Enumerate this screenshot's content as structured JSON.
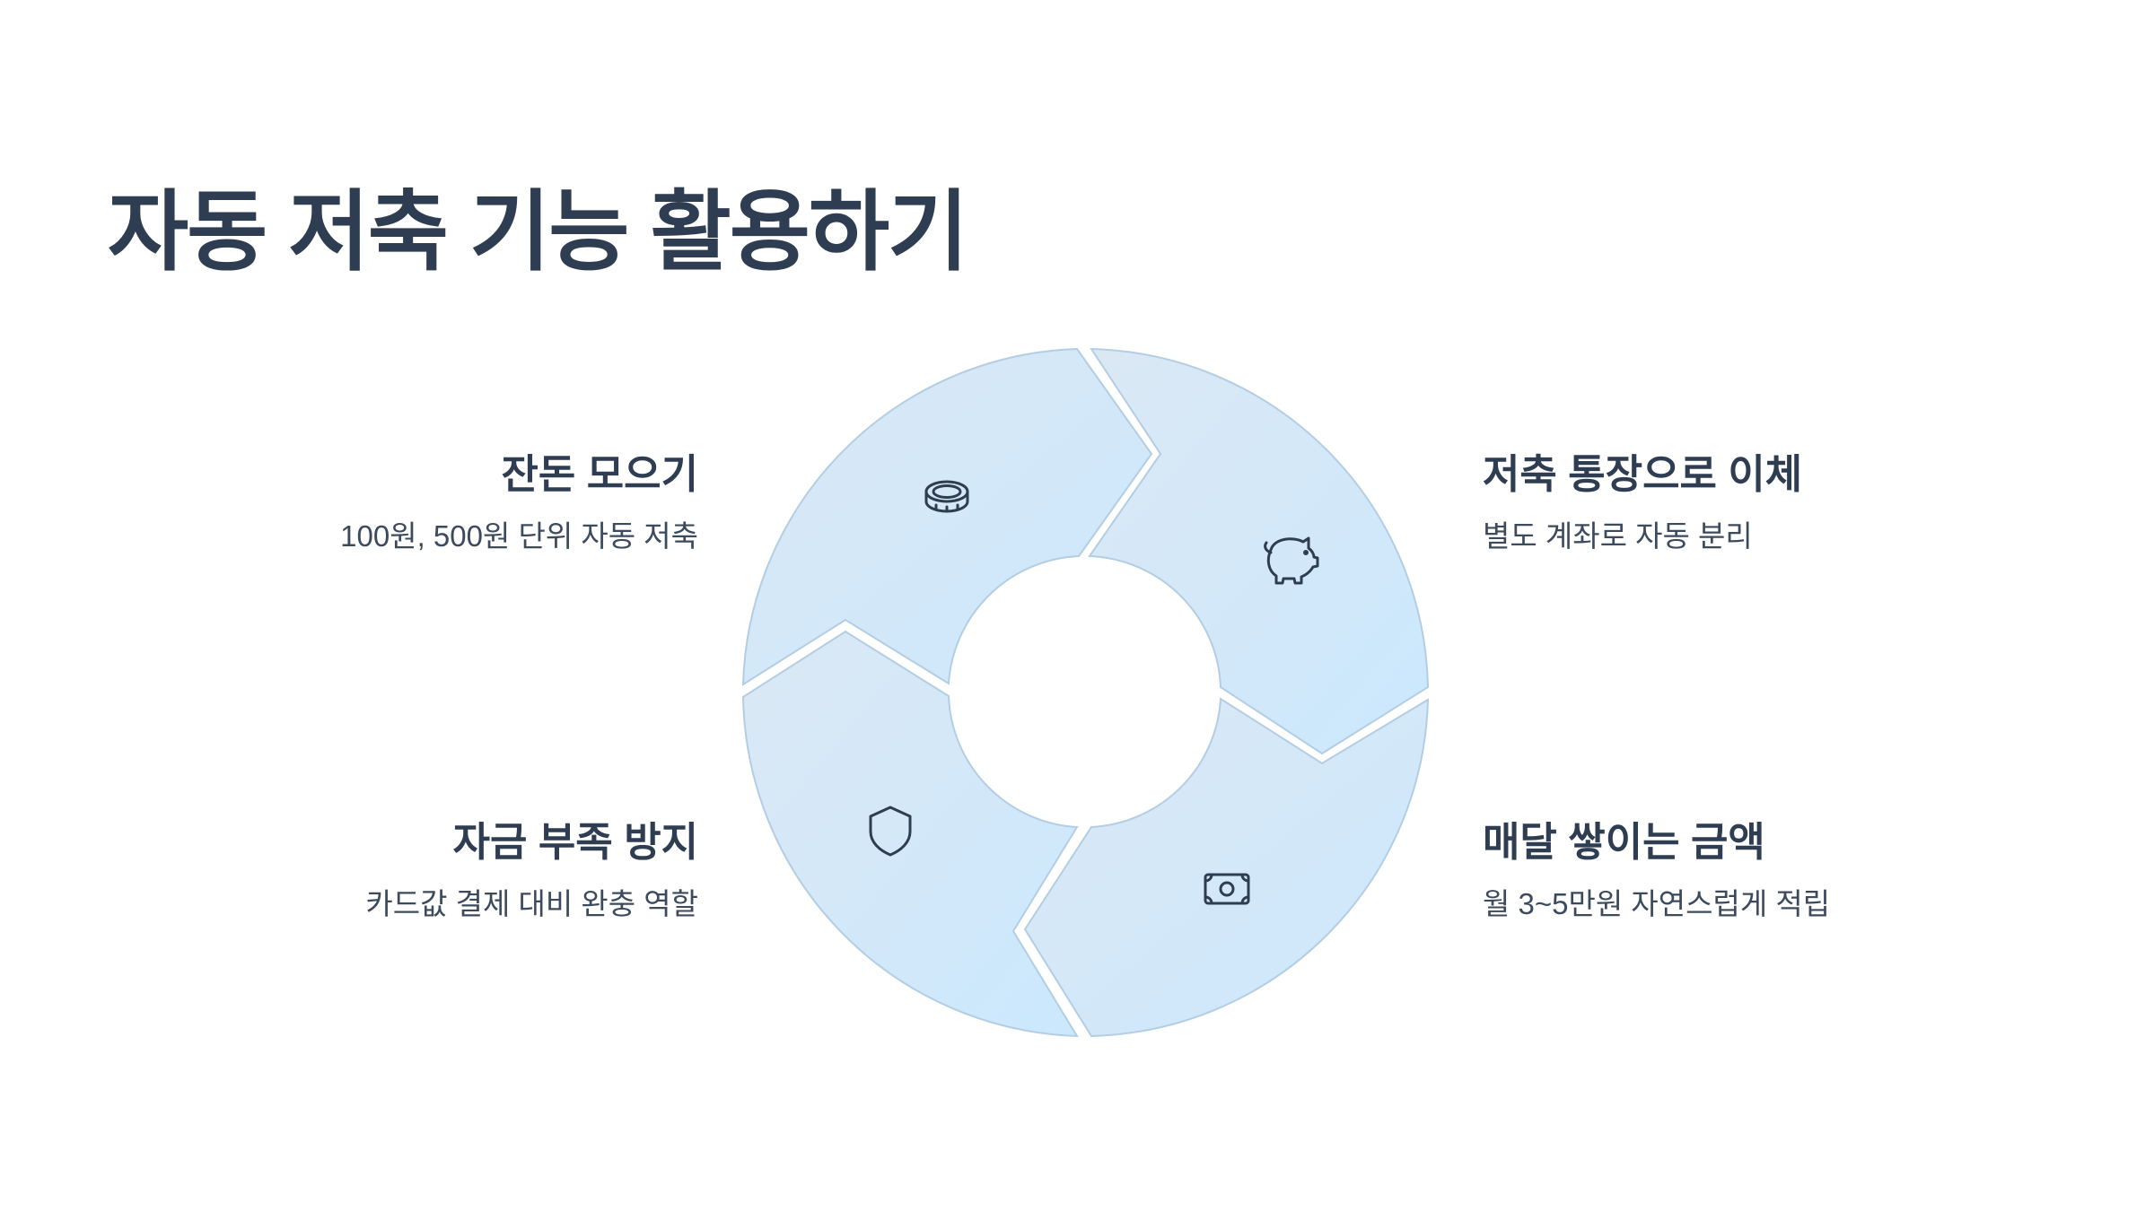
{
  "title": "자동 저축 기능 활용하기",
  "colors": {
    "text": "#2f3d52",
    "segment_fill_light": "#d9e8f5",
    "segment_fill_deep": "#cbe8fd",
    "segment_stroke": "#b3cde3",
    "icon": "#2f3d52"
  },
  "steps": [
    {
      "title": "잔돈 모으기",
      "desc": "100원, 500원 단위 자동 저축",
      "icon": "coin-icon"
    },
    {
      "title": "저축 통장으로 이체",
      "desc": "별도 계좌로 자동 분리",
      "icon": "piggy-bank-icon"
    },
    {
      "title": "매달 쌓이는 금액",
      "desc": "월 3~5만원 자연스럽게 적립",
      "icon": "cash-icon"
    },
    {
      "title": "자금 부족 방지",
      "desc": "카드값 결제 대비 완충 역할",
      "icon": "shield-icon"
    }
  ]
}
